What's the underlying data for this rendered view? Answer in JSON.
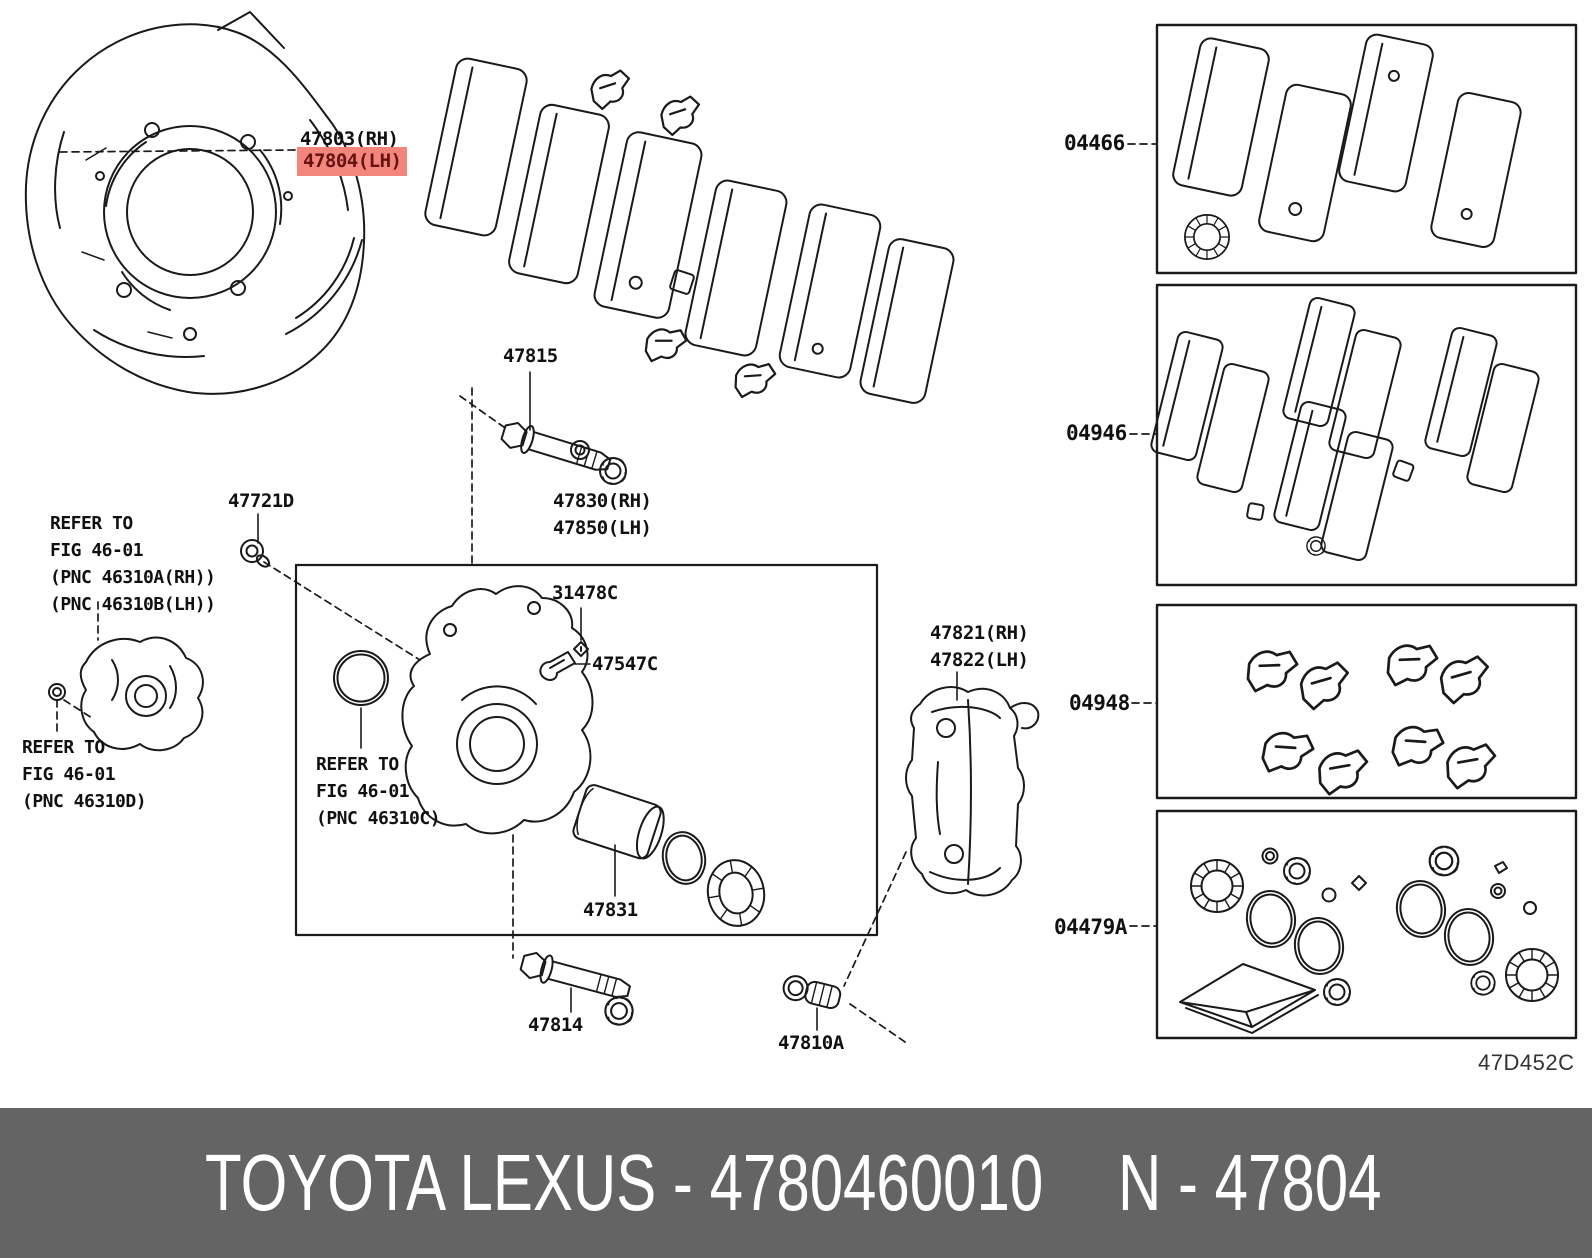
{
  "title_banner": {
    "brand_part_text": "TOYOTA LEXUS - 4780460010",
    "number_text": "N - 47804",
    "background_color": "#646464",
    "text_color": "#ffffff"
  },
  "diagram_code": "47D452C",
  "highlight": {
    "background_color": "#f3857c",
    "text_color": "#651310"
  },
  "callouts": {
    "backing_plate_rh": "47803(RH)",
    "backing_plate_lh": "47804(LH)",
    "pin_upper": "47815",
    "bleeder_screw": "47721D",
    "cylinder_assy_rh": "47830(RH)",
    "cylinder_assy_lh": "47850(LH)",
    "cap": "31478C",
    "grease": "47547C",
    "piston": "47831",
    "pin_lower": "47814",
    "flange_bolt": "47810A",
    "mounting_rh": "47821(RH)",
    "mounting_lh": "47822(LH)"
  },
  "refer_notes": {
    "knuckle": {
      "lines": [
        "REFER TO",
        "FIG 46-01",
        "(PNC 46310A(RH))",
        "(PNC 46310B(LH))"
      ]
    },
    "disc": {
      "lines": [
        "REFER TO",
        "FIG 46-01",
        "(PNC 46310D)"
      ]
    },
    "cylinder": {
      "lines": [
        "REFER TO",
        "FIG 46-01",
        "(PNC 46310C)"
      ]
    }
  },
  "kit_boxes": [
    {
      "code": "04466"
    },
    {
      "code": "04946"
    },
    {
      "code": "04948"
    },
    {
      "code": "04479A"
    }
  ]
}
